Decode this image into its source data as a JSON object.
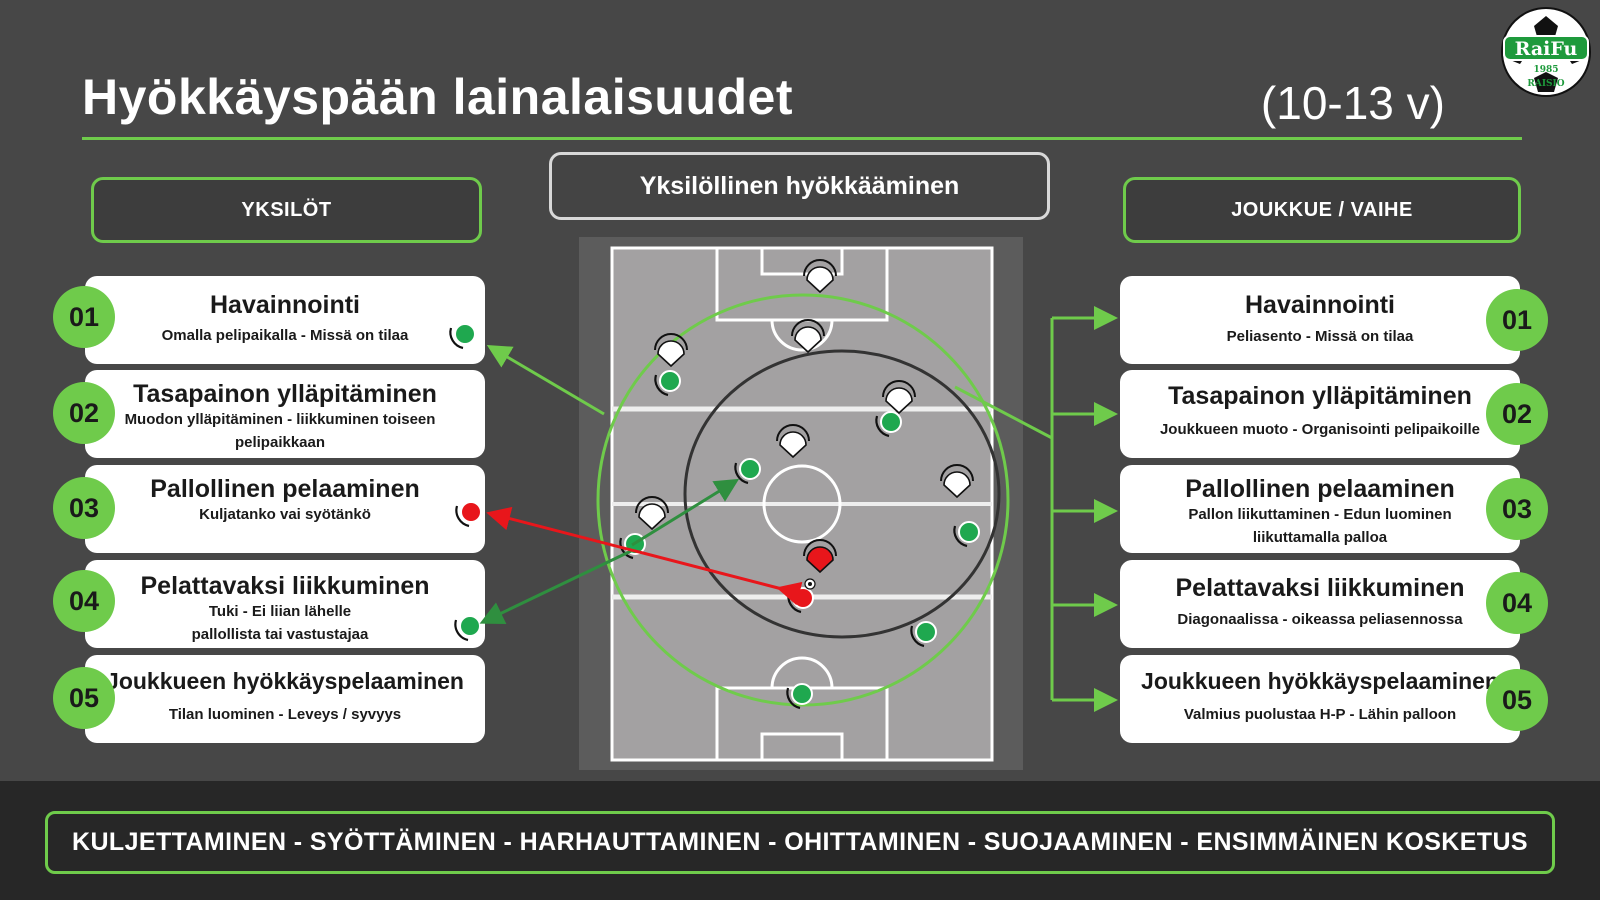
{
  "header": {
    "title": "Hyökkäyspään lainalaisuudet",
    "age": "(10-13 v)"
  },
  "logo": {
    "text": "RaiFu",
    "year": "1985",
    "city": "RAISIO"
  },
  "left_header": "YKSILÖT",
  "center_header": "Yksilöllinen hyökkääminen",
  "right_header": "JOUKKUE / VAIHE",
  "left_items": [
    {
      "num": "01",
      "title": "Havainnointi",
      "sub": "Omalla pelipaikalla - Missä on tilaa"
    },
    {
      "num": "02",
      "title": "Tasapainon ylläpitäminen",
      "sub": "Muodon ylläpitäminen - liikkuminen toiseen pelipaikkaan"
    },
    {
      "num": "03",
      "title": "Pallollinen pelaaminen",
      "sub": "Kuljatanko vai syötänkö"
    },
    {
      "num": "04",
      "title": "Pelattavaksi liikkuminen",
      "sub": "Tuki - Ei liian lähelle pallollista tai vastustajaa"
    },
    {
      "num": "05",
      "title": "Joukkueen hyökkäyspelaaminen",
      "sub": "Tilan luominen - Leveys / syvyys"
    }
  ],
  "right_items": [
    {
      "num": "01",
      "title": "Havainnointi",
      "sub": "Peliasento - Missä on tilaa"
    },
    {
      "num": "02",
      "title": "Tasapainon ylläpitäminen",
      "sub": "Joukkueen muoto - Organisointi pelipaikoille"
    },
    {
      "num": "03",
      "title": "Pallollinen pelaaminen",
      "sub": "Pallon liikuttaminen - Edun luominen liikuttamalla palloa"
    },
    {
      "num": "04",
      "title": "Pelattavaksi liikkuminen",
      "sub": "Diagonaalissa - oikeassa peliasennossa"
    },
    {
      "num": "05",
      "title": "Joukkueen hyökkäyspelaaminen",
      "sub": "Valmius puolustaa H-P - Lähin palloon"
    }
  ],
  "footer": "KULJETTAMINEN - SYÖTTÄMINEN - HARHAUTTAMINEN - OHITTAMINEN - SUOJAAMINEN - ENSIMMÄINEN KOSKETUS",
  "colors": {
    "accent": "#6fcb4b",
    "player_green": "#1fa84f",
    "ball_carrier": "#e8161b",
    "pass_arrow": "#2f8f3f",
    "pitch": "#a3a1a2"
  }
}
